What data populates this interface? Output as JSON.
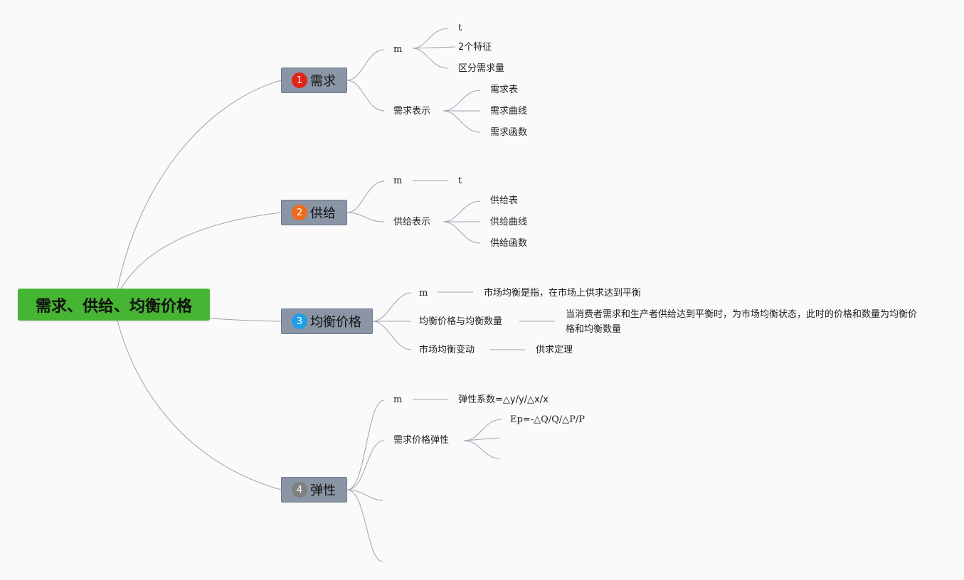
{
  "root": {
    "label": "需求、供给、均衡价格",
    "color": "#47b534"
  },
  "branches": [
    {
      "badge": "1",
      "badge_color": "#e2231a",
      "label": "需求",
      "children": [
        {
          "label": "m",
          "children": [
            {
              "label": "t"
            },
            {
              "label": "2个特征"
            },
            {
              "label": "区分需求量"
            }
          ]
        },
        {
          "label": "需求表示",
          "children": [
            {
              "label": "需求表"
            },
            {
              "label": "需求曲线"
            },
            {
              "label": "需求函数"
            }
          ]
        }
      ]
    },
    {
      "badge": "2",
      "badge_color": "#f26b1d",
      "label": "供给",
      "children": [
        {
          "label": "m",
          "children": [
            {
              "label": "t"
            }
          ]
        },
        {
          "label": "供给表示",
          "children": [
            {
              "label": "供给表"
            },
            {
              "label": "供给曲线"
            },
            {
              "label": "供给函数"
            }
          ]
        }
      ]
    },
    {
      "badge": "3",
      "badge_color": "#1e9fe8",
      "label": "均衡价格",
      "children": [
        {
          "label": "m",
          "children": [
            {
              "label": "市场均衡是指，在市场上供求达到平衡"
            }
          ]
        },
        {
          "label": "均衡价格与均衡数量",
          "children": [
            {
              "label": "当消费者需求和生产者供给达到平衡时，为市场均衡状态，此时的价格和数量为均衡价格和均衡数量"
            }
          ]
        },
        {
          "label": "市场均衡变动",
          "children": [
            {
              "label": "供求定理"
            }
          ]
        }
      ]
    },
    {
      "badge": "4",
      "badge_color": "#7f7f7f",
      "label": "弹性",
      "children": [
        {
          "label": "m",
          "children": [
            {
              "label": "弹性系数=△y/y/△x/x"
            }
          ]
        },
        {
          "label": "需求价格弹性",
          "children": [
            {
              "label": "Ep=-△Q/Q/△P/P"
            },
            {
              "label": ""
            },
            {
              "label": ""
            }
          ]
        },
        {
          "label": ""
        },
        {
          "label": ""
        }
      ]
    }
  ],
  "colors": {
    "link": "#9da2b3",
    "branch_bg": "#8a95a5"
  }
}
